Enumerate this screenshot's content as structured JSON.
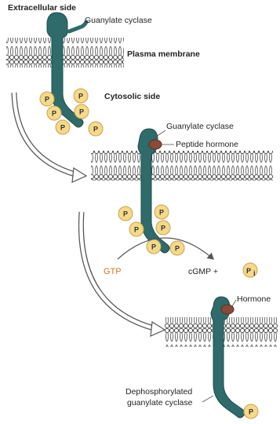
{
  "labels": {
    "extracellular_side": "Extracellular side",
    "guanylate_cyclase_top": "Guanylate cyclase",
    "plasma_membrane": "Plasma membrane",
    "cytosolic_side": "Cytosolic side",
    "guanylate_cyclase_mid": "Guanylate cyclase",
    "peptide_hormone": "Peptide hormone",
    "gtp": "GTP",
    "cgmp_plus": "cGMP +",
    "pi": "P",
    "pi_sub": "i",
    "hormone": "Hormone",
    "dephos_line1": "Dephosphorylated",
    "dephos_line2": "guanylate cyclase"
  },
  "phosphate_label": "P",
  "colors": {
    "receptor": "#2e6b6a",
    "receptor_highlight": "#4b8f8c",
    "phosphate_fill": "#f5d98a",
    "phosphate_stroke": "#c9a24a",
    "hormone": "#8a4a3a",
    "membrane_head": "#ffffff",
    "membrane_line": "#333333",
    "arrow": "#555555",
    "gtp_text": "#d4782a"
  }
}
